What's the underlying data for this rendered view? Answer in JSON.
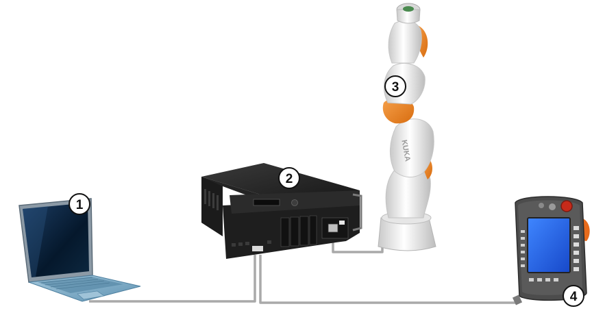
{
  "callouts": {
    "laptop": "1",
    "controller": "2",
    "robot": "3",
    "pendant": "4"
  },
  "robot_brand_text": "KUKA",
  "colors": {
    "cable": "#a9a9a9",
    "robot_white": "#f2f2f2",
    "robot_orange": "#f08a24",
    "controller_black": "#1e1e1e",
    "pendant_orange": "#e86b1c",
    "pendant_screen": "#1f5fe0",
    "laptop_screen": "#0b2a4a",
    "laptop_body": "#7fb0cc"
  },
  "icons": {
    "laptop": "laptop-icon",
    "controller": "robot-controller-icon",
    "robot": "robot-arm-icon",
    "pendant": "teach-pendant-icon"
  }
}
